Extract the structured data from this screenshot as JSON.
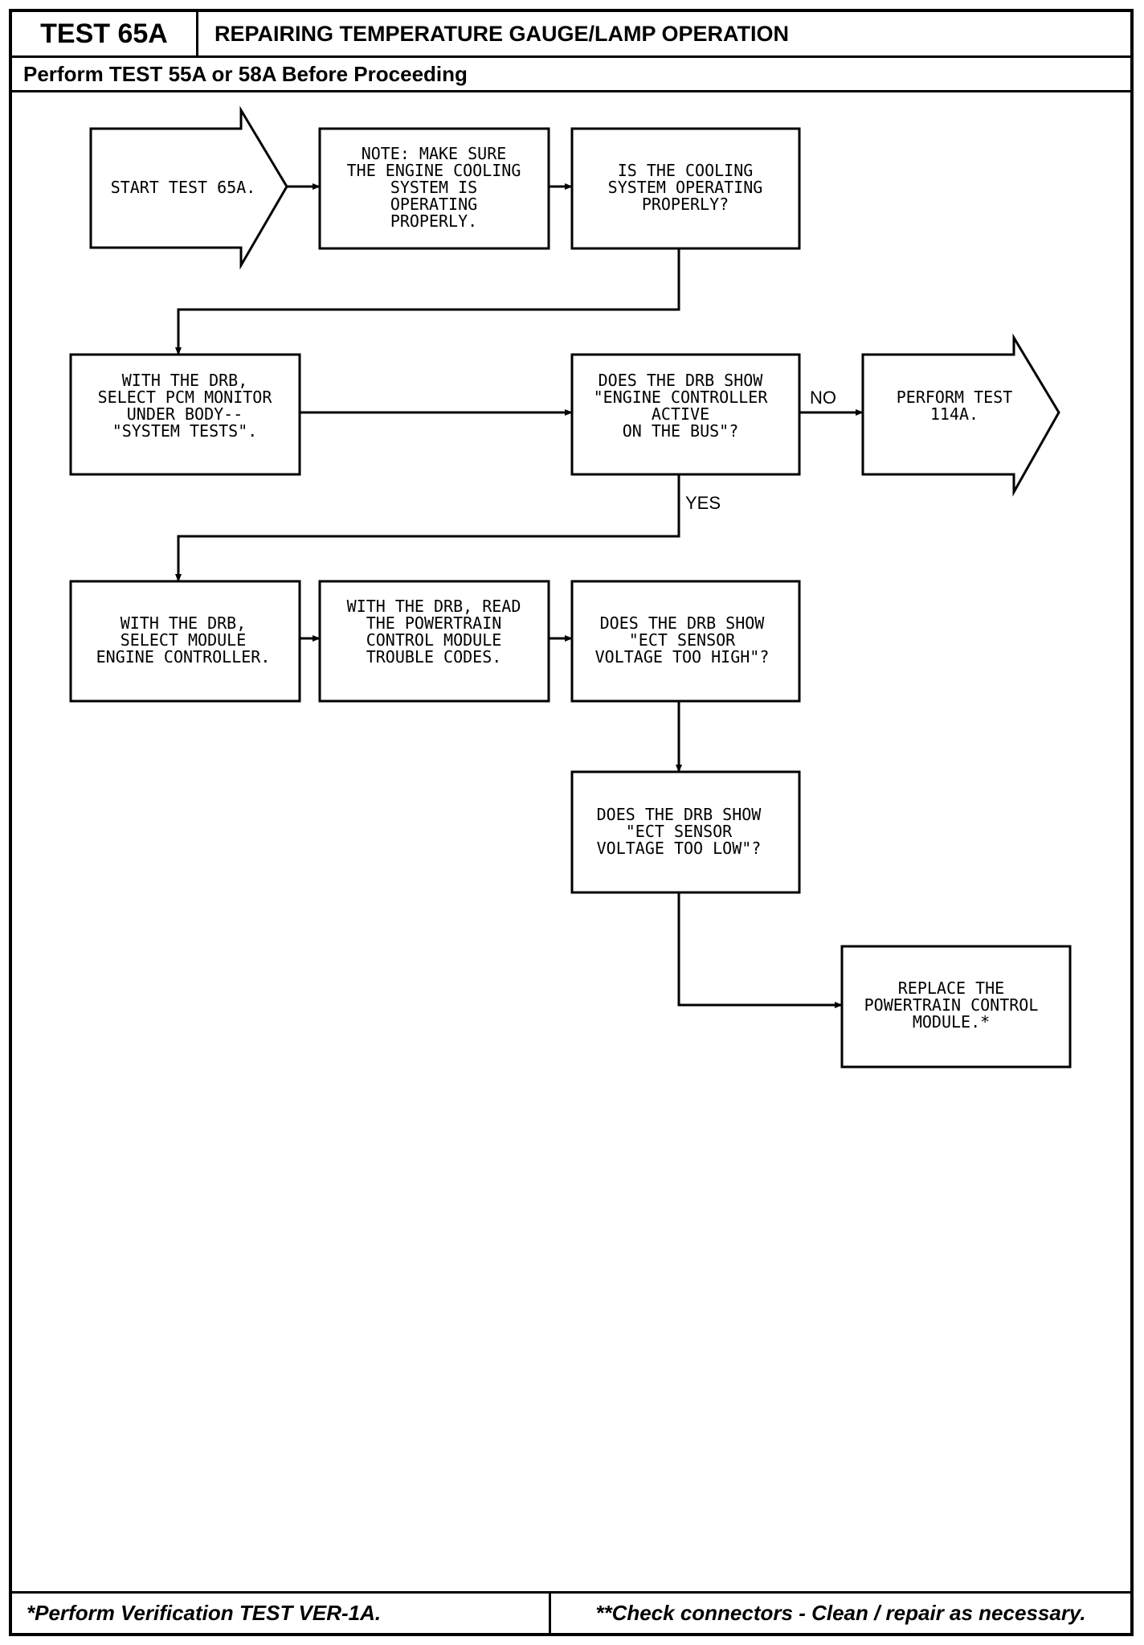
{
  "header": {
    "test_id": "TEST 65A",
    "title": "REPAIRING TEMPERATURE GAUGE/LAMP OPERATION",
    "prerequisite": "Perform TEST 55A or 58A Before Proceeding"
  },
  "nodes": {
    "start": [
      "START TEST 65A."
    ],
    "note": [
      "NOTE:  MAKE SURE",
      "THE ENGINE COOLING",
      "SYSTEM IS",
      "OPERATING",
      "PROPERLY."
    ],
    "cooling_q": [
      "IS THE COOLING",
      "SYSTEM OPERATING",
      "PROPERLY?"
    ],
    "select_pcm": [
      "WITH THE DRB,",
      "SELECT PCM MONITOR",
      "UNDER BODY--",
      "\"SYSTEM TESTS\"."
    ],
    "bus_q": [
      "DOES THE DRB SHOW",
      "\"ENGINE CONTROLLER",
      "ACTIVE",
      "ON THE BUS\"?"
    ],
    "perform_114a": [
      "PERFORM TEST",
      "114A."
    ],
    "select_module": [
      "WITH THE DRB,",
      "SELECT MODULE",
      "ENGINE CONTROLLER."
    ],
    "read_codes": [
      "WITH THE DRB, READ",
      "THE POWERTRAIN",
      "CONTROL MODULE",
      "TROUBLE CODES."
    ],
    "ect_high_q": [
      "DOES THE DRB SHOW",
      "\"ECT SENSOR",
      "VOLTAGE TOO HIGH\"?"
    ],
    "ect_low_q": [
      "DOES THE DRB SHOW",
      "\"ECT SENSOR",
      "VOLTAGE TOO LOW\"?"
    ],
    "replace_pcm": [
      "REPLACE THE",
      "POWERTRAIN CONTROL",
      "MODULE.*"
    ]
  },
  "labels": {
    "no": "NO",
    "yes": "YES"
  },
  "footer": {
    "left": "*Perform Verification TEST VER-1A.",
    "right": "**Check connectors - Clean / repair as necessary."
  }
}
